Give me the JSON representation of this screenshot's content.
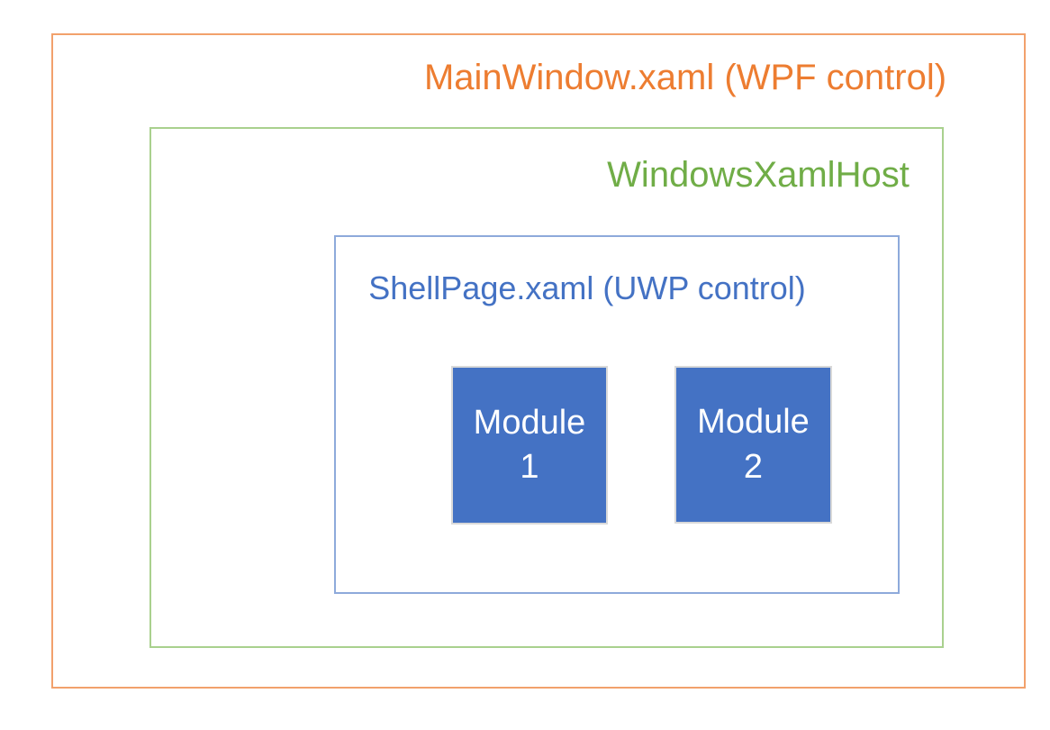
{
  "diagram": {
    "outer_box": {
      "label": "MainWindow.xaml (WPF control)",
      "text_color": "#ED7D31",
      "border_color": "#F2A16C"
    },
    "host_box": {
      "label": "WindowsXamlHost",
      "text_color": "#70AD47",
      "border_color": "#A9D18E"
    },
    "shell_box": {
      "label": "ShellPage.xaml (UWP control)",
      "text_color": "#4472C4",
      "border_color": "#8EAADB"
    },
    "modules": [
      {
        "label": "Module 1",
        "fill_color": "#4472C4",
        "border_color": "#D9D9D9",
        "text_color": "#FFFFFF"
      },
      {
        "label": "Module 2",
        "fill_color": "#4472C4",
        "border_color": "#D9D9D9",
        "text_color": "#FFFFFF"
      }
    ],
    "background_color": "#FFFFFF"
  }
}
